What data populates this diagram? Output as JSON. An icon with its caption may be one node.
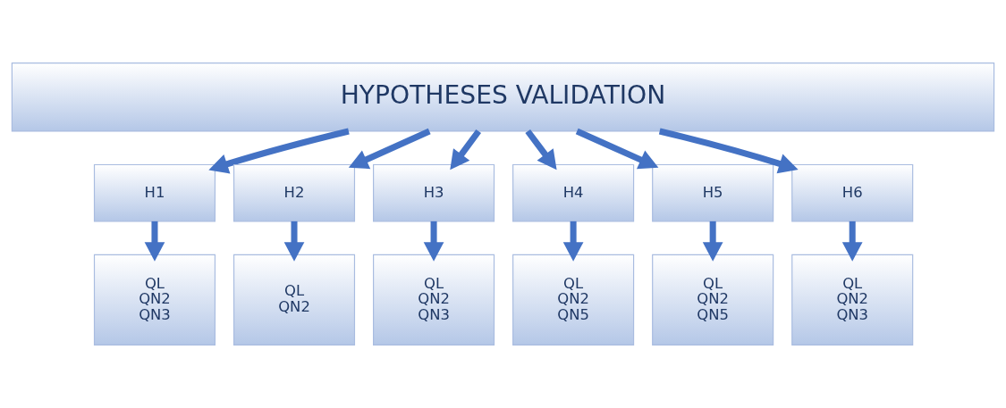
{
  "diagram": {
    "nodes": [
      {
        "text": [
          "HYPOTHESES VALIDATION"
        ]
      },
      {
        "text": [
          "H1"
        ]
      },
      {
        "text": [
          "H2"
        ]
      },
      {
        "text": [
          "H3"
        ]
      },
      {
        "text": [
          "H4"
        ]
      },
      {
        "text": [
          "H5"
        ]
      },
      {
        "text": [
          "H6"
        ]
      },
      {
        "text": [
          "QL",
          "QN2",
          "QN3"
        ]
      },
      {
        "text": [
          "QL",
          "QN2"
        ]
      },
      {
        "text": [
          "QL",
          "QN2",
          "QN3"
        ]
      },
      {
        "text": [
          "QL",
          "QN2",
          "QN5"
        ]
      },
      {
        "text": [
          "QL",
          "QN2",
          "QN5"
        ]
      },
      {
        "text": [
          "QL",
          "QN2",
          "QN3"
        ]
      }
    ],
    "edges": [
      {
        "from": 0,
        "to": 1,
        "arrow": "to"
      },
      {
        "from": 0,
        "to": 2,
        "arrow": "to"
      },
      {
        "from": 0,
        "to": 3,
        "arrow": "to"
      },
      {
        "from": 0,
        "to": 4,
        "arrow": "to"
      },
      {
        "from": 0,
        "to": 5,
        "arrow": "to"
      },
      {
        "from": 0,
        "to": 6,
        "arrow": "to"
      },
      {
        "from": 1,
        "to": 7,
        "arrow": "to"
      },
      {
        "from": 2,
        "to": 8,
        "arrow": "to"
      },
      {
        "from": 3,
        "to": 9,
        "arrow": "to"
      },
      {
        "from": 4,
        "to": 10,
        "arrow": "to"
      },
      {
        "from": 5,
        "to": 11,
        "arrow": "to"
      },
      {
        "from": 6,
        "to": 12,
        "arrow": "to"
      }
    ]
  }
}
